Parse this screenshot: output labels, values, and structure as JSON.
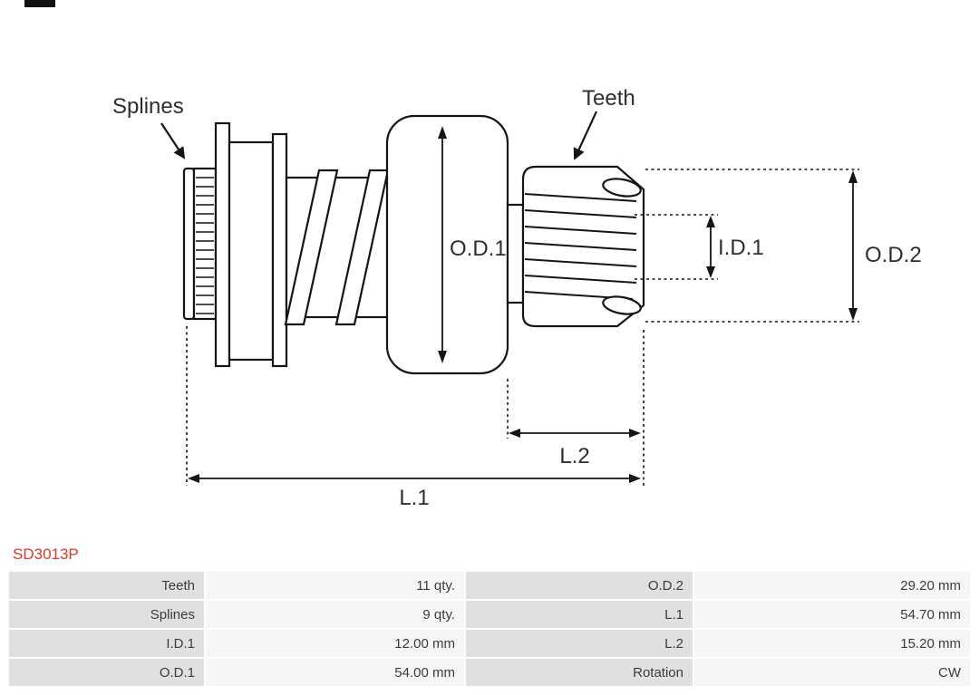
{
  "part": {
    "number": "SD3013P"
  },
  "diagram": {
    "labels": {
      "splines": "Splines",
      "teeth": "Teeth",
      "od1": "O.D.1",
      "id1": "I.D.1",
      "od2": "O.D.2",
      "l1": "L.1",
      "l2": "L.2"
    }
  },
  "specs": {
    "rows": [
      {
        "label1": "Teeth",
        "value1": "11 qty.",
        "label2": "O.D.2",
        "value2": "29.20 mm"
      },
      {
        "label1": "Splines",
        "value1": "9 qty.",
        "label2": "L.1",
        "value2": "54.70 mm"
      },
      {
        "label1": "I.D.1",
        "value1": "12.00 mm",
        "label2": "L.2",
        "value2": "15.20 mm"
      },
      {
        "label1": "O.D.1",
        "value1": "54.00 mm",
        "label2": "Rotation",
        "value2": "CW"
      }
    ]
  },
  "colors": {
    "part_number": "#d63a2f",
    "table_label_bg": "#e0e0e0",
    "table_value_bg": "#f6f6f6",
    "line": "#151515"
  }
}
